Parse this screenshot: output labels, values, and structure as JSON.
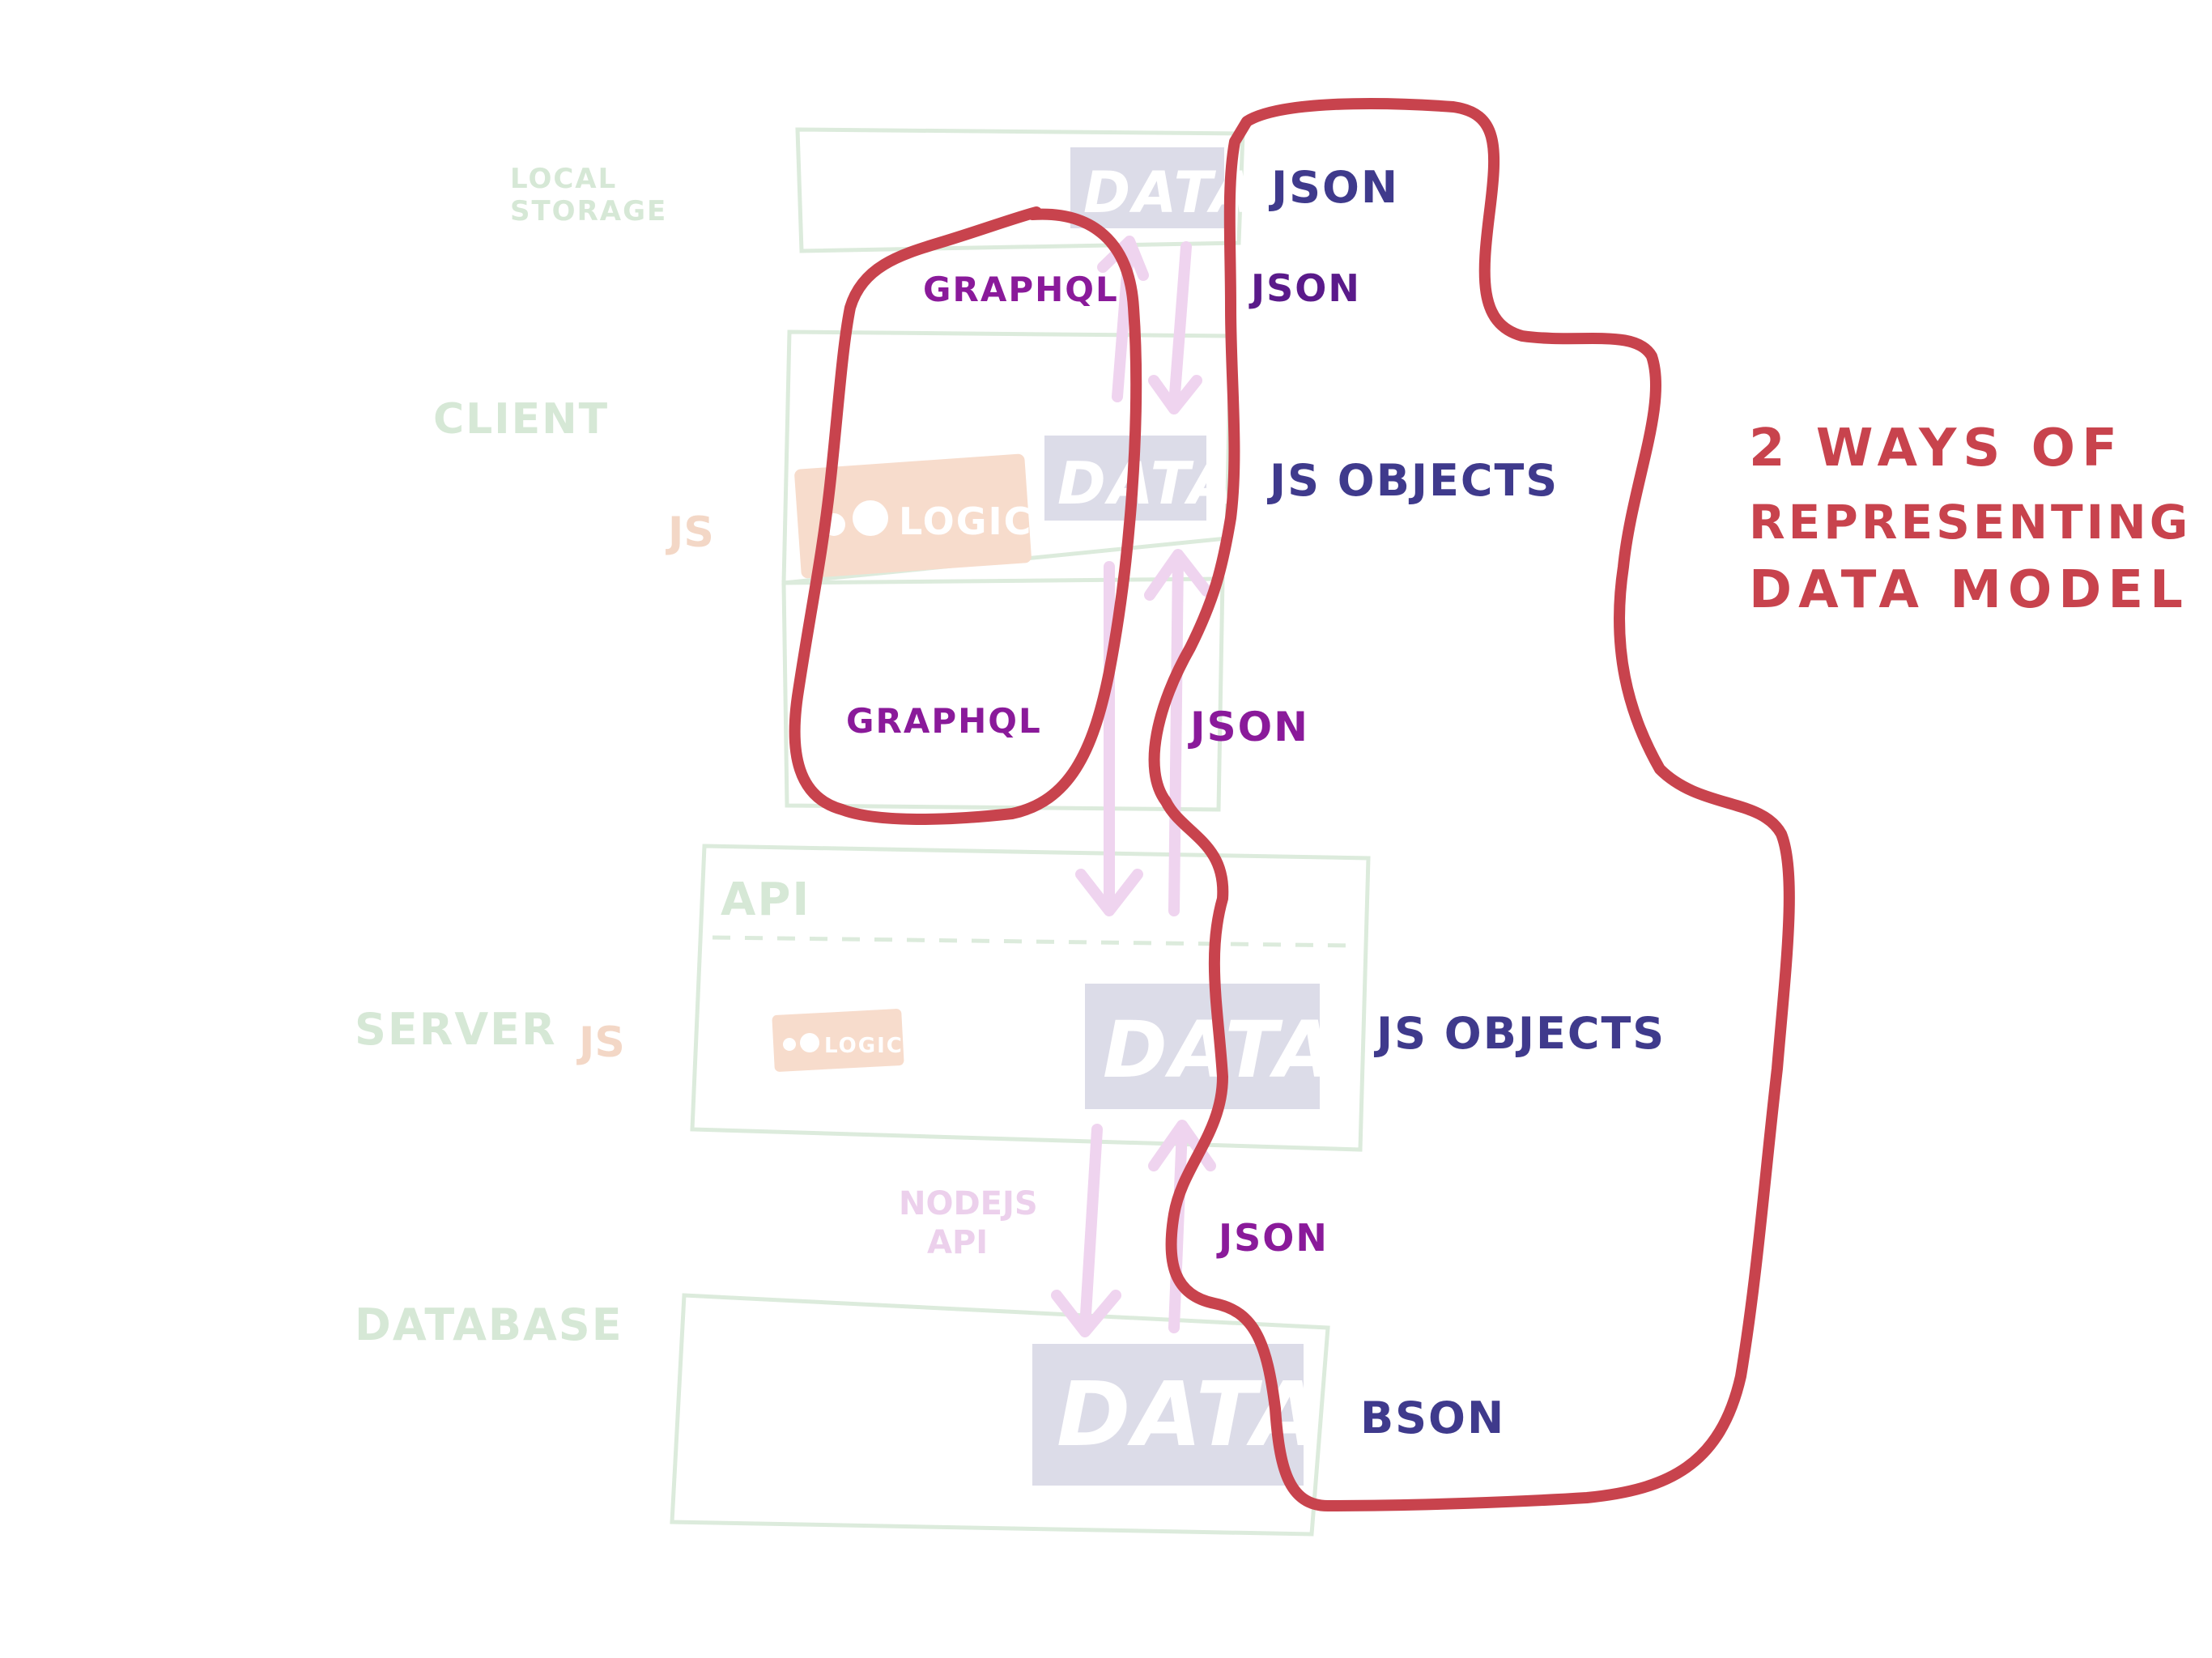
{
  "tiers": {
    "local_storage": "LOCAL\nSTORAGE",
    "client": "CLIENT",
    "server": "SERVER",
    "database": "DATABASE"
  },
  "languages": {
    "client": "JS",
    "server": "JS"
  },
  "boxes": {
    "data_label": "DATA",
    "logic_label": "LOGIC",
    "api_label": "API"
  },
  "transport": {
    "nodejs_api": "NODEJS\nAPI"
  },
  "formats": {
    "json_storage": "JSON",
    "json_storage_transfer": "JSON",
    "js_objects_client": "JS OBJECTS",
    "json_api_transfer": "JSON",
    "js_objects_server": "JS OBJECTS",
    "json_db_transfer": "JSON",
    "bson_db": "BSON"
  },
  "graphql": {
    "top": "GRAPHQL",
    "bottom": "GRAPHQL"
  },
  "annotation": {
    "line1": "2 WAYS OF",
    "line2": "REPRESENTING",
    "line3": "DATA MODEL"
  },
  "colors": {
    "outline_red": "#c8434d",
    "format_blue": "#3f3a8c",
    "graphql_purple": "#8a1a9a",
    "faded_green": "#d6e8d6",
    "faded_orange": "#f3d7c6",
    "arrow_pink": "#efd4ef",
    "data_tile": "#dcdce8"
  }
}
